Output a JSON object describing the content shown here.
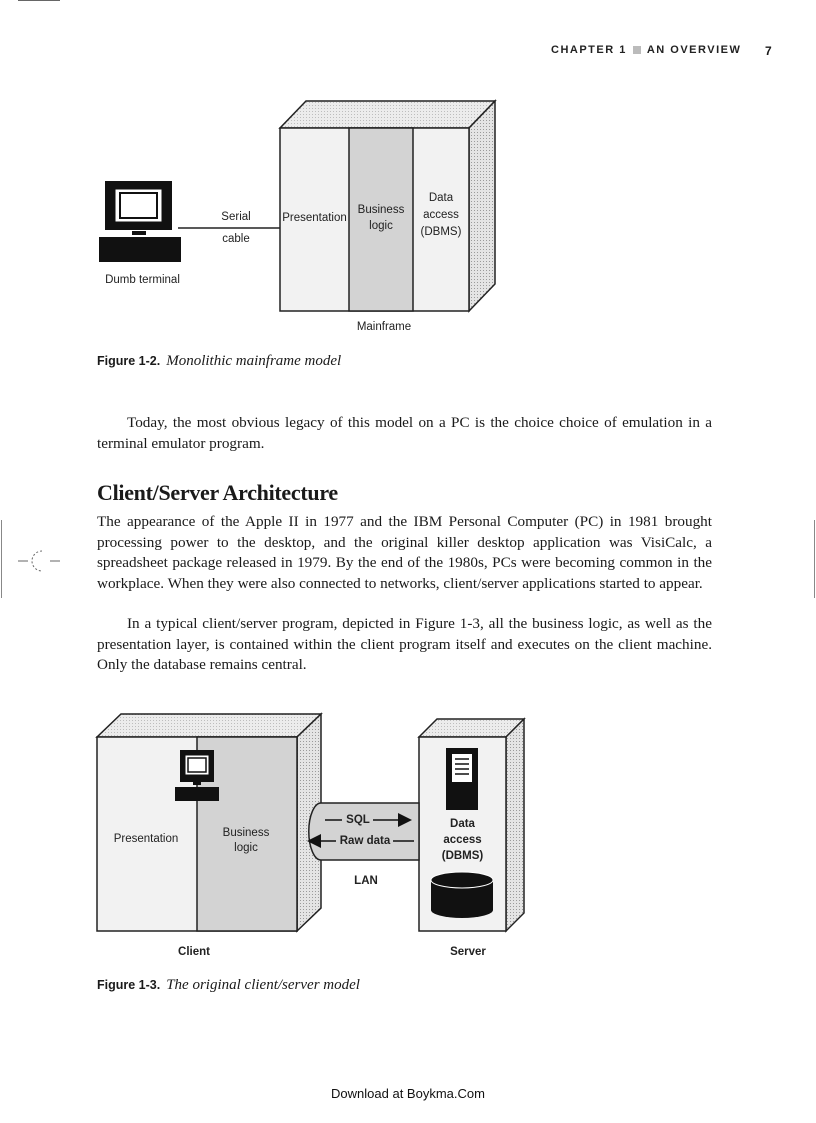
{
  "header": {
    "chapter": "CHAPTER 1",
    "section": "AN OVERVIEW",
    "page_number": "7"
  },
  "figure1": {
    "labels": {
      "serial": "Serial",
      "cable": "cable",
      "dumb_terminal": "Dumb terminal",
      "presentation": "Presentation",
      "business": "Business",
      "logic": "logic",
      "data": "Data",
      "access": "access",
      "dbms": "(DBMS)",
      "mainframe": "Mainframe"
    },
    "caption_number": "Figure 1-2.",
    "caption_title": "Monolithic mainframe model"
  },
  "body": {
    "para1": "Today, the most obvious legacy of this model on a PC is the choice choice of emulation in a terminal emulator program.",
    "heading": "Client/Server Architecture",
    "para2": "The appearance of the Apple II in 1977 and the IBM Personal Computer (PC) in 1981 brought processing power to the desktop, and the original killer desktop application was VisiCalc, a spreadsheet package released in 1979. By the end of the 1980s, PCs were becoming common in the workplace. When they were also connected to networks, client/server applications started to appear.",
    "para3": "In a typical client/server program, depicted in Figure 1-3, all the business logic, as well as the presentation layer, is contained within the client program itself and executes on the client machine. Only the database remains central."
  },
  "figure2": {
    "labels": {
      "presentation": "Presentation",
      "business": "Business",
      "logic": "logic",
      "sql": "SQL",
      "raw_data": "Raw data",
      "lan": "LAN",
      "data": "Data",
      "access": "access",
      "dbms": "(DBMS)",
      "client": "Client",
      "server": "Server"
    },
    "caption_number": "Figure 1-3.",
    "caption_title": "The original client/server model"
  },
  "footer": "Download at Boykma.Com"
}
